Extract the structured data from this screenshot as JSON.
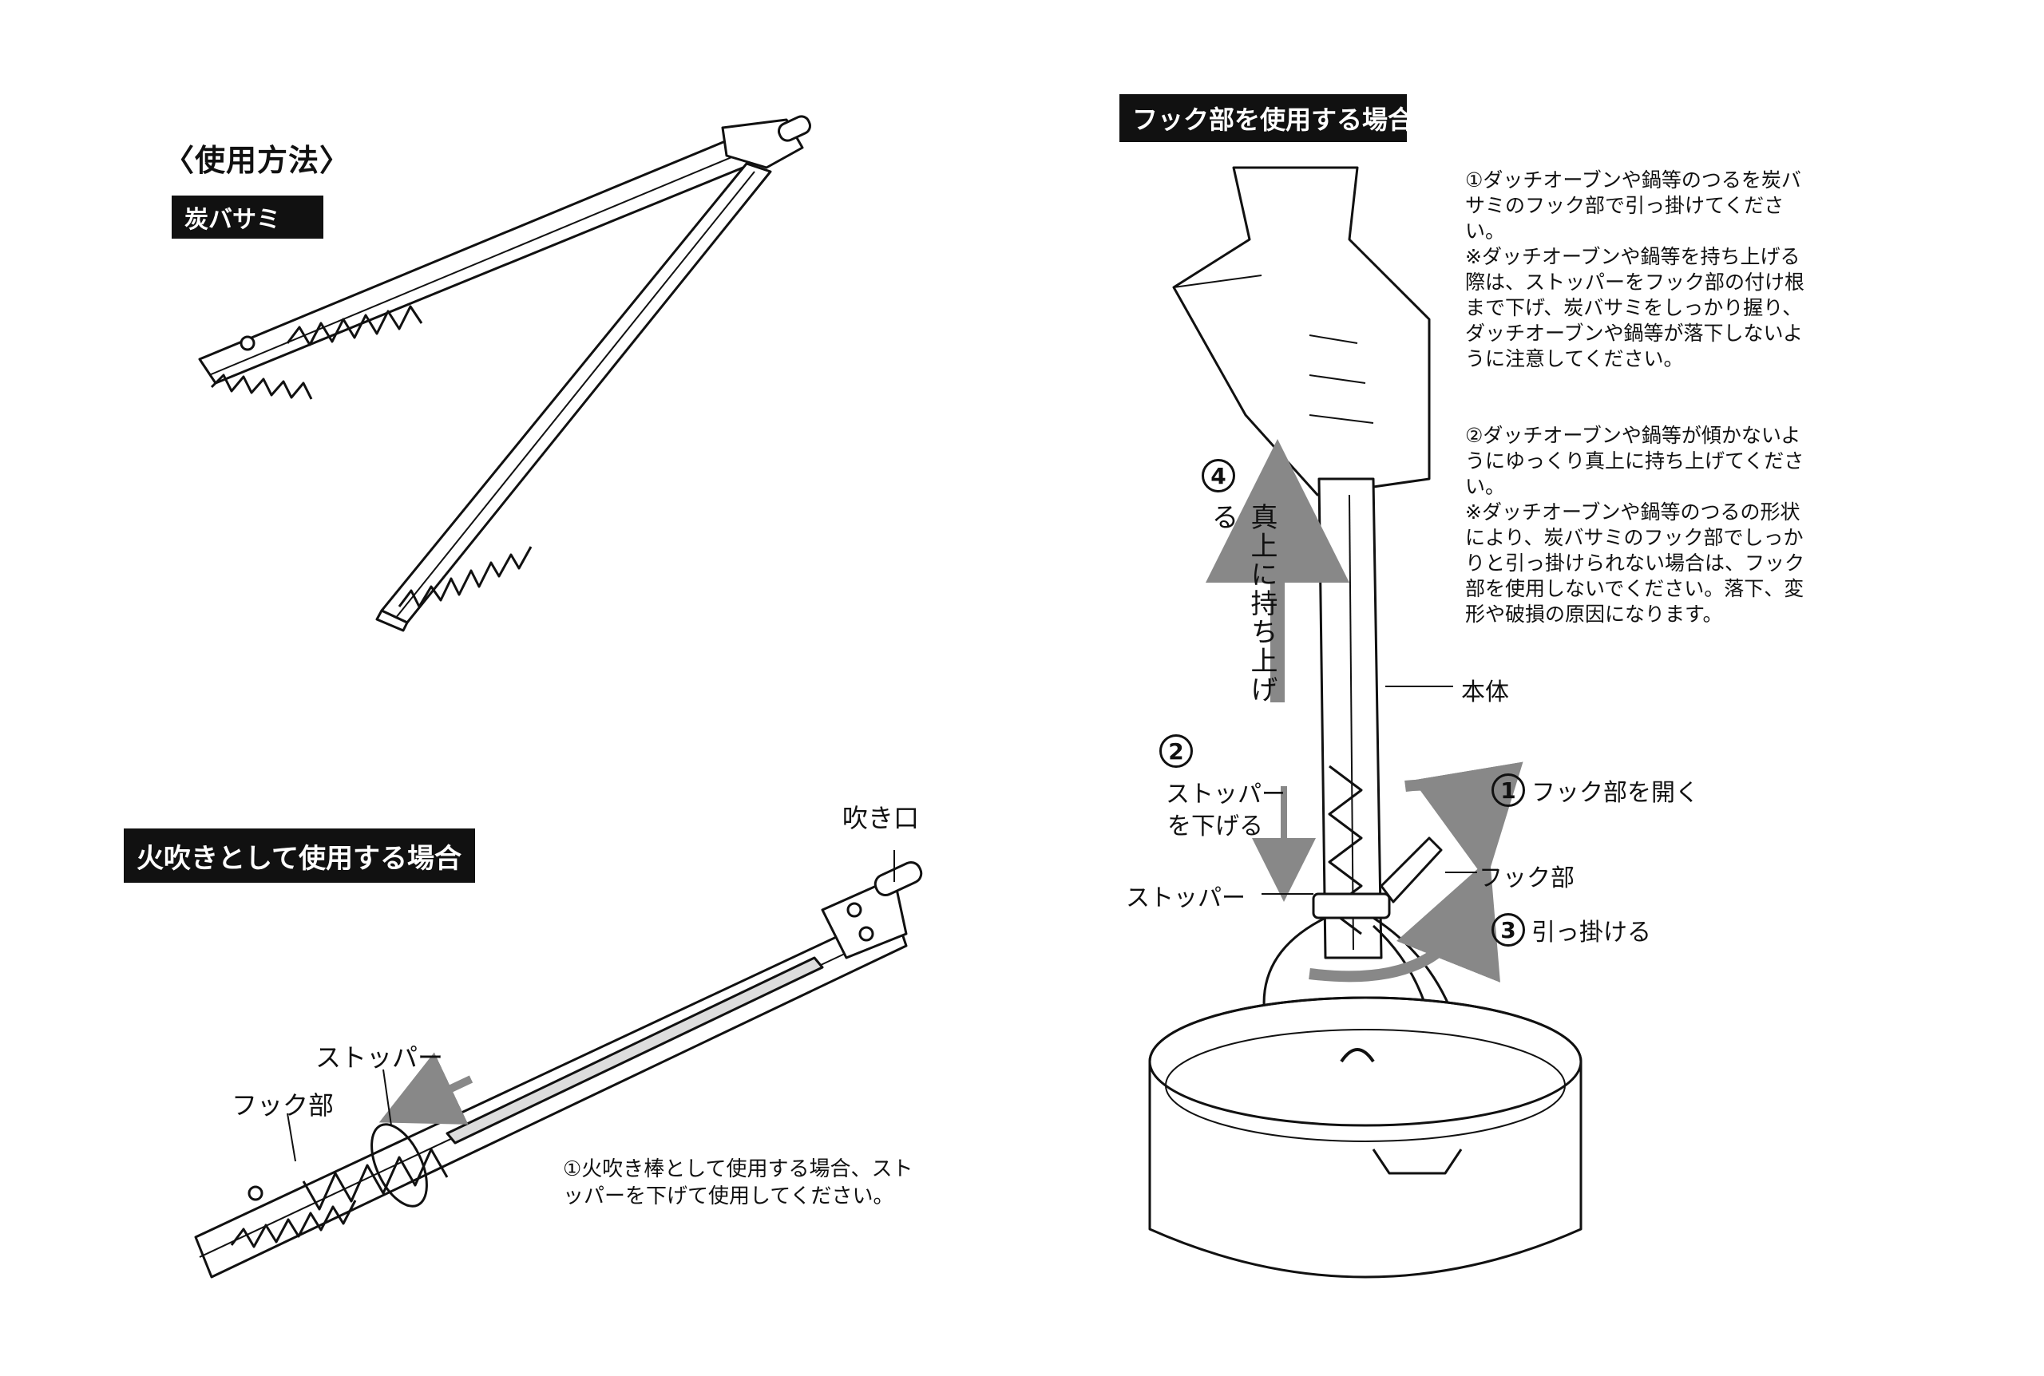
{
  "usage_heading": "〈使用方法〉",
  "tongs_tag": "炭バサミ",
  "blower_tag": "火吹きとして使用する場合",
  "hook_tag": "フック部を使用する場合",
  "blower": {
    "mouthpiece_label": "吹き口",
    "stopper_label": "ストッパー",
    "hook_label": "フック部",
    "note": "①火吹き棒として使用する場合、ストッパーを下げて使用してください。"
  },
  "hook": {
    "notes": [
      "①ダッチオーブンや鍋等のつるを炭バサミのフック部で引っ掛けてください。",
      "※ダッチオーブンや鍋等を持ち上げる際は、ストッパーをフック部の付け根まで下げ、炭バサミをしっかり握り、ダッチオーブンや鍋等が落下しないように注意してください。",
      "②ダッチオーブンや鍋等が傾かないようにゆっくり真上に持ち上げてください。",
      "※ダッチオーブンや鍋等のつるの形状により、炭バサミのフック部でしっかりと引っ掛けられない場合は、フック部を使用しないでください。落下、変形や破損の原因になります。"
    ],
    "step4_num": "4",
    "step4_label": "真上に持ち上げる",
    "step2_num": "2",
    "step2_label_line1": "ストッパー",
    "step2_label_line2": "を下げる",
    "stopper_label": "ストッパー",
    "body_label": "本体",
    "step1_num": "1",
    "step1_label": "フック部を開く",
    "hook_part_label": "フック部",
    "step3_num": "3",
    "step3_label": "引っ掛ける"
  }
}
